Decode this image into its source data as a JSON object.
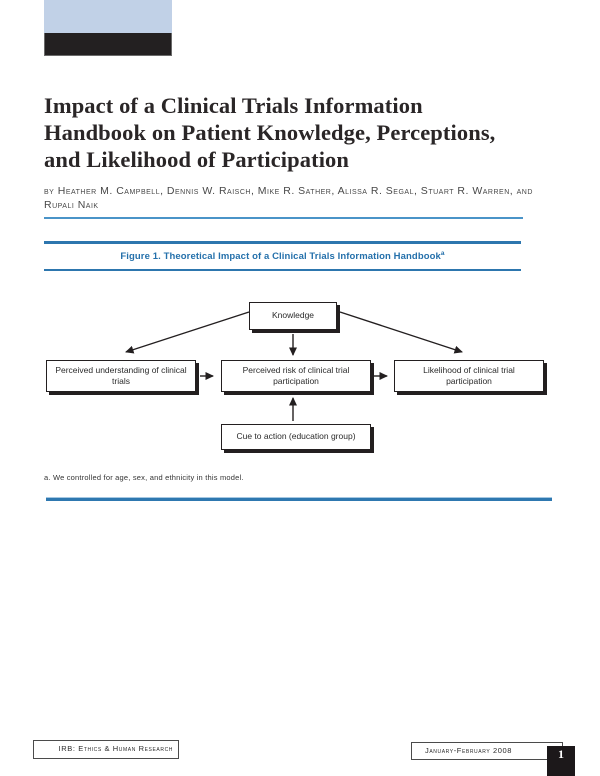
{
  "masthead": {
    "blue_block_color": "#c1d1e7",
    "black_block_color": "#232021"
  },
  "article": {
    "title_lines": [
      "Impact of a Clinical Trials Information",
      "Handbook on Patient Knowledge, Perceptions,",
      "and Likelihood of Participation"
    ],
    "byline": "by Heather M. Campbell, Dennis W. Raisch, Mike R. Sather, Alissa R. Segal, Stuart R. Warren, and Rupali Naik"
  },
  "figure": {
    "caption": "Figure 1. Theoretical Impact of a Clinical Trials Information Handbook",
    "caption_superscript": "a",
    "footnote": "a. We controlled for age, sex, and ethnicity in this model.",
    "nodes": {
      "knowledge": "Knowledge",
      "perceived_understanding": "Perceived understanding of clinical trials",
      "perceived_risk": "Perceived risk of clinical trial participation",
      "likelihood": "Likelihood of clinical trial participation",
      "cue_to_action": "Cue to action (education group)"
    }
  },
  "footer": {
    "journal_title": "IRB: Ethics & Human Research",
    "issue_date": "January-February 2008",
    "page_number": "1"
  },
  "colors": {
    "accent_blue": "#2d76ae",
    "ink": "#231f20"
  }
}
